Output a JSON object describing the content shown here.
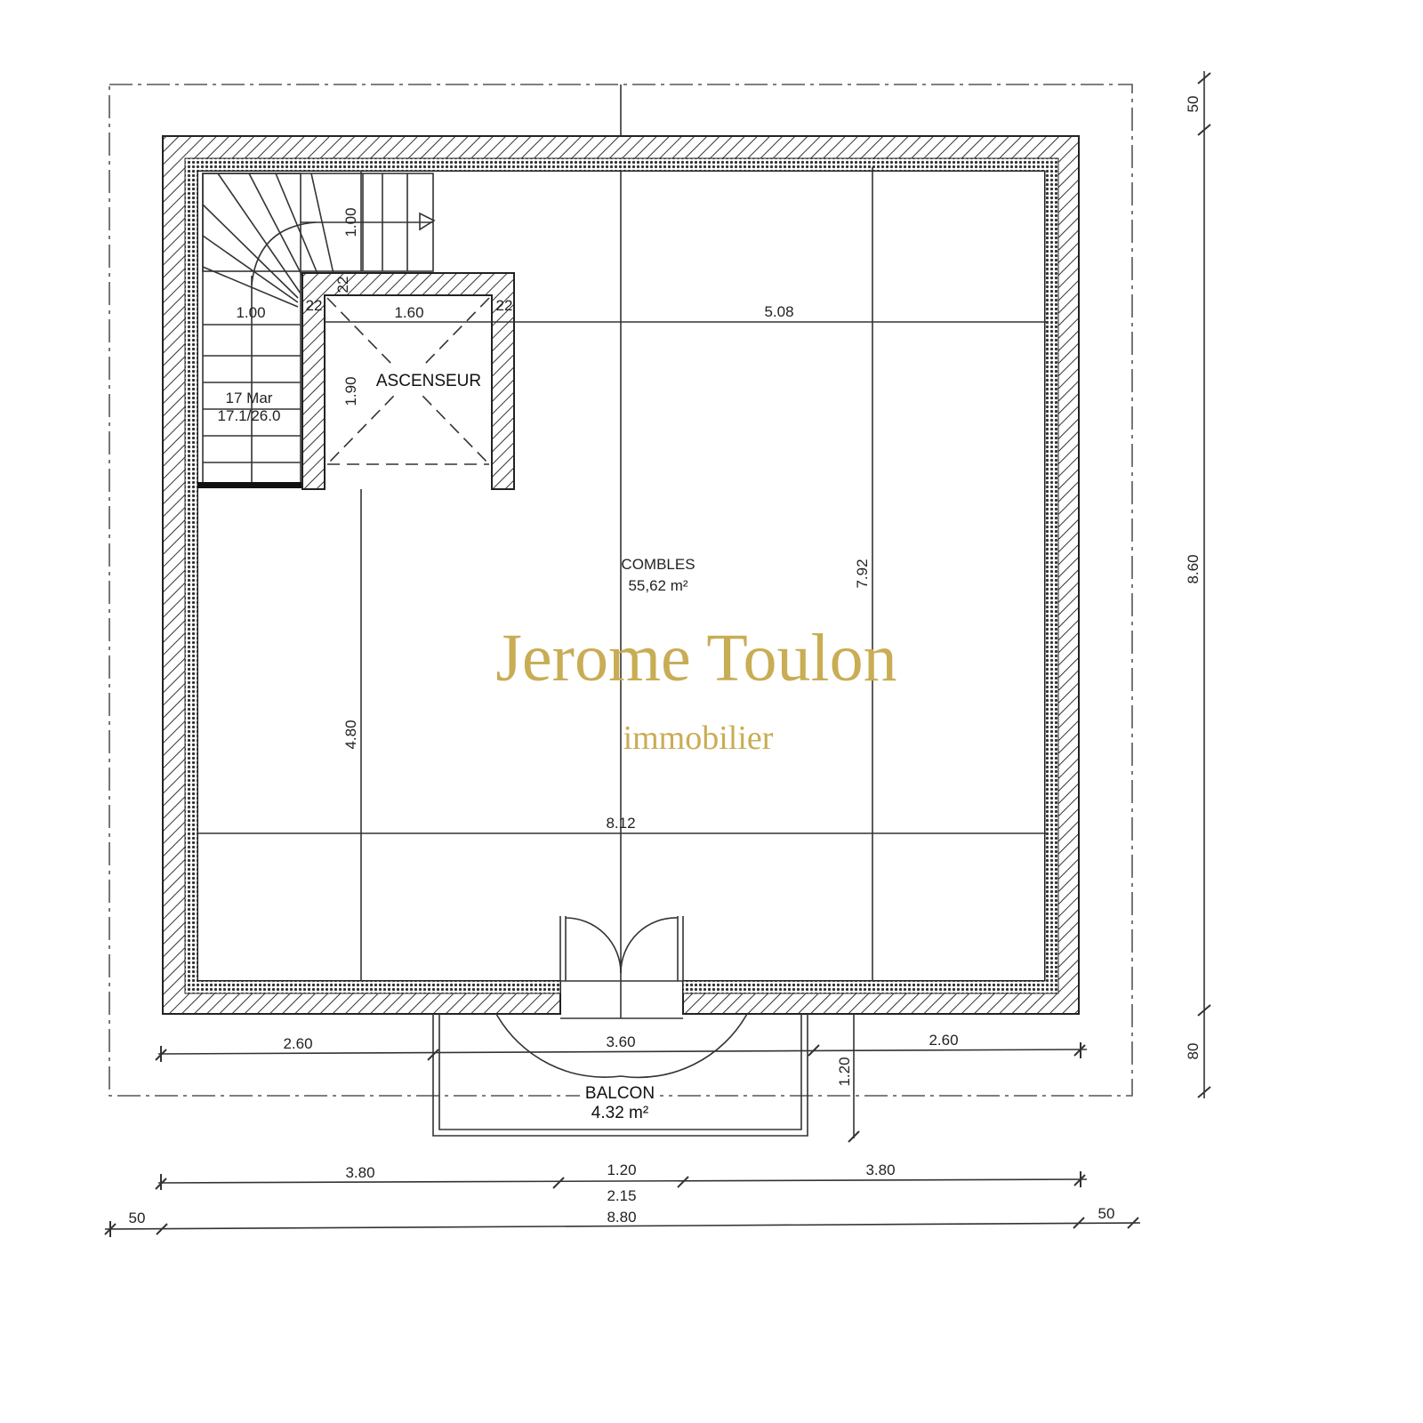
{
  "rooms": {
    "stairs_label": "17 Mar",
    "stairs_detail": "17.1/26.0",
    "elevator": "ASCENSEUR",
    "main_name": "COMBLES",
    "main_area": "55,62 m²",
    "balcony_name": "BALCON",
    "balcony_area": "4.32 m²"
  },
  "dimensions": {
    "stair_width": "1.00",
    "stair_run": "1.00",
    "wall_a": "22",
    "wall_b": "22",
    "wall_c": "22",
    "elevator_width": "1.60",
    "elevator_depth": "1.90",
    "right_width": "5.08",
    "left_height": "4.80",
    "right_height": "7.92",
    "inner_width": "8.12",
    "balcony_left": "2.60",
    "balcony_width": "3.60",
    "balcony_right": "2.60",
    "balcony_depth": "1.20",
    "opening_left": "3.80",
    "opening": "1.20",
    "opening_right": "3.80",
    "opening_height": "2.15",
    "total_width": "8.80",
    "margin_left": "50",
    "margin_right": "50",
    "margin_top": "50",
    "total_height": "8.60",
    "margin_bottom": "80"
  },
  "watermark": {
    "name": "Jerome Toulon",
    "subtitle": "immobilier",
    "color": "#c9ad55"
  }
}
